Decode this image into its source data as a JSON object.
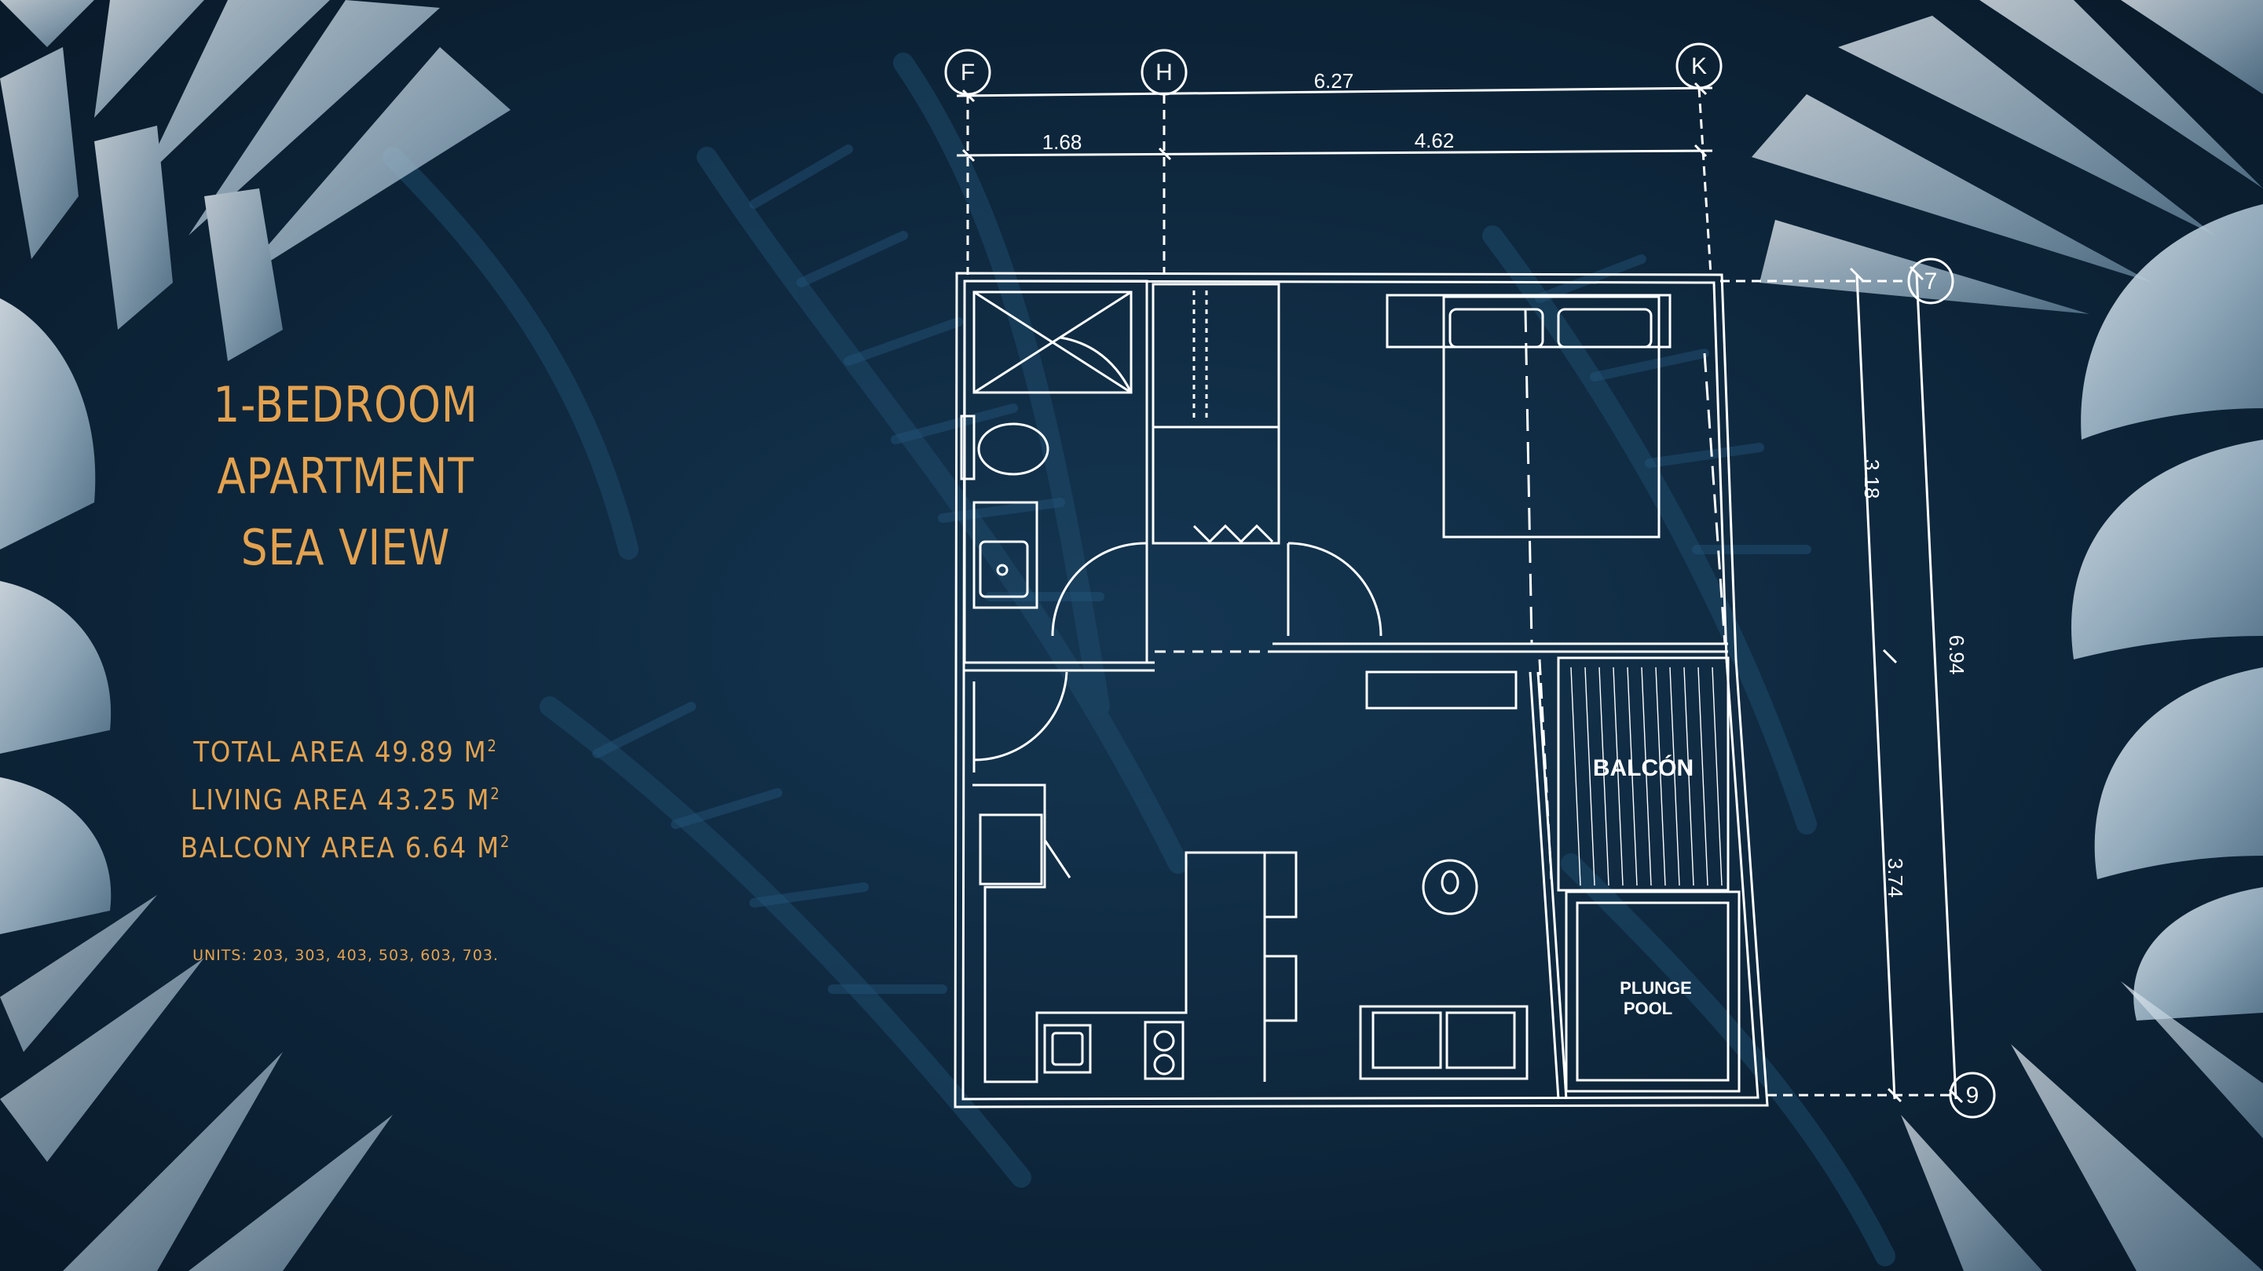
{
  "title": {
    "lines": [
      "1-BEDROOM",
      "APARTMENT",
      "SEA VIEW"
    ]
  },
  "areas": {
    "total": {
      "label": "TOTAL AREA",
      "value": "49.89",
      "unit": "M",
      "exp": "2"
    },
    "living": {
      "label": "LIVING AREA",
      "value": "43.25",
      "unit": "M",
      "exp": "2"
    },
    "balcony": {
      "label": "BALCONY AREA",
      "value": "6.64",
      "unit": "M",
      "exp": "2"
    }
  },
  "units_text": "UNITS: 203, 303, 403, 503, 603, 703.",
  "plan": {
    "grid_f": "F",
    "grid_h": "H",
    "grid_k": "K",
    "grid_7": "7",
    "grid_9": "9",
    "dim_total_width": "6.27",
    "dim_left": "1.68",
    "dim_right": "4.62",
    "dim_upper": "3.18",
    "dim_total_height": "6.94",
    "dim_lower": "3.74",
    "balcony_label": "BALCÓN",
    "pool_label_1": "PLUNGE",
    "pool_label_2": "POOL"
  },
  "colors": {
    "background": "#0d2438",
    "leaf": "#1c4868",
    "accent_text": "#e3a24f",
    "plan_lines": "#ffffff"
  }
}
